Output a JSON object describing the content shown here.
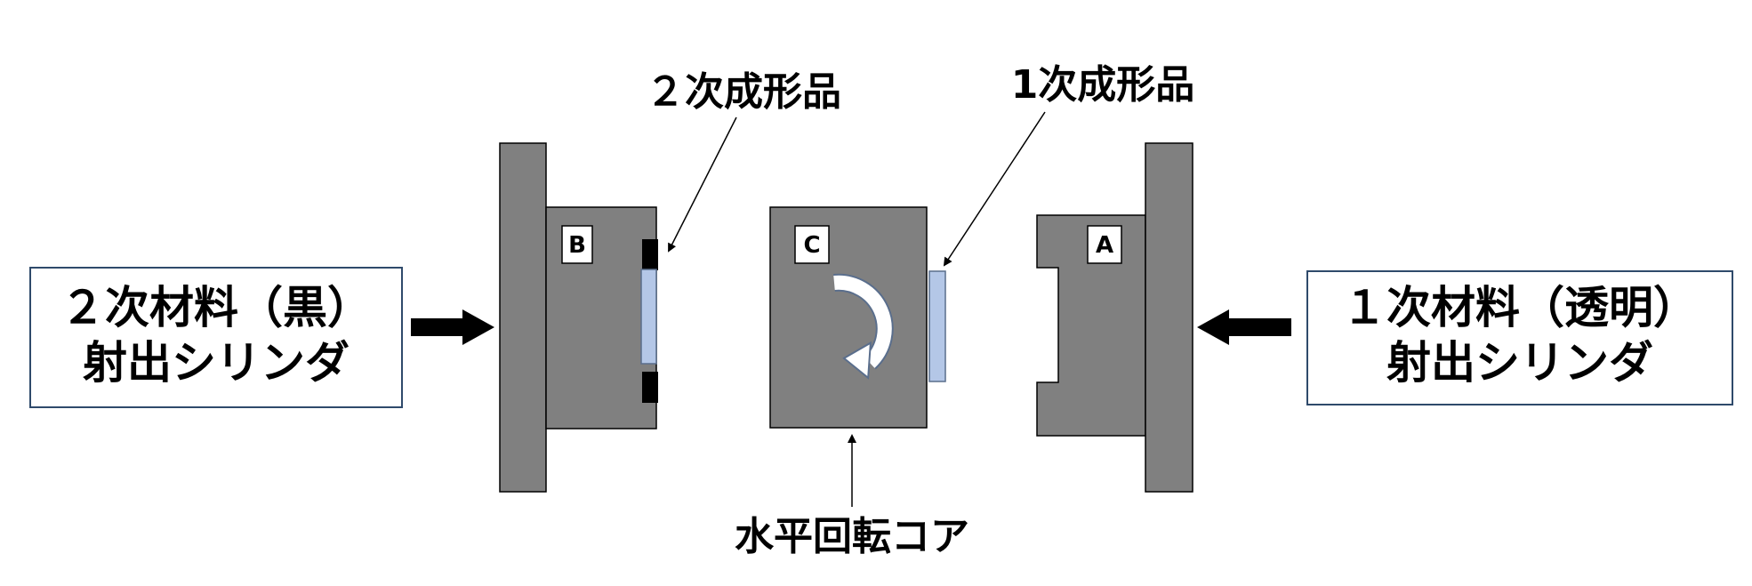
{
  "diagram": {
    "labels": {
      "secondary_molded_part": "２次成形品",
      "primary_molded_part": "1次成形品",
      "horizontal_rotary_core": "水平回転コア"
    },
    "cylinders": {
      "left": {
        "line1": "２次材料（黒）",
        "line2": "射出シリンダ"
      },
      "right": {
        "line1": "１次材料（透明）",
        "line2": "射出シリンダ"
      }
    },
    "mold_boxes": {
      "b": "B",
      "c": "C",
      "a": "A"
    },
    "colors": {
      "mold_gray": "#808080",
      "part_fill": "#B4C7E7",
      "part_edge": "#5A6E8C",
      "dark_block": "#000000",
      "cylinder_border": "#2F4A6B",
      "arrow": "#000000",
      "rotate_icon": "#FFFFFF"
    }
  }
}
